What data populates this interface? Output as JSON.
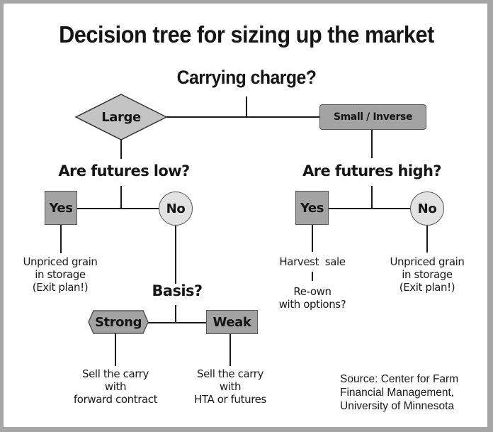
{
  "title": "Decision tree for sizing up the market",
  "root": {
    "question": "Carrying charge?",
    "branches": [
      {
        "label": "Large",
        "shape": "diamond"
      },
      {
        "label": "Small / Inverse",
        "shape": "rounded-rectangle"
      }
    ]
  },
  "left": {
    "question": "Are futures low?",
    "yes": {
      "label": "Yes",
      "outcome": [
        "Unpriced grain",
        "in storage",
        "(Exit plan!)"
      ]
    },
    "no": {
      "label": "No",
      "basis": {
        "question": "Basis?",
        "strong": {
          "label": "Strong",
          "outcome": [
            "Sell the carry",
            "with",
            "forward contract"
          ]
        },
        "weak": {
          "label": "Weak",
          "outcome": [
            "Sell the carry",
            "with",
            "HTA or futures"
          ]
        }
      }
    }
  },
  "right": {
    "question": "Are futures high?",
    "yes": {
      "label": "Yes",
      "outcome": [
        "Harvest  sale"
      ],
      "followup": [
        "Re-own",
        "with options?"
      ]
    },
    "no": {
      "label": "No",
      "outcome": [
        "Unpriced grain",
        "in storage",
        "(Exit plan!)"
      ]
    }
  },
  "source": [
    "Source: Center for Farm",
    "Financial Management,",
    "University of Minnesota"
  ],
  "colors": {
    "background": "#ffffff",
    "frame": "#a6a6a6",
    "dark_fill": "#a3a3a3",
    "light_fill": "#e2e2e2",
    "line": "#1a1a1a",
    "text": "#151515"
  }
}
